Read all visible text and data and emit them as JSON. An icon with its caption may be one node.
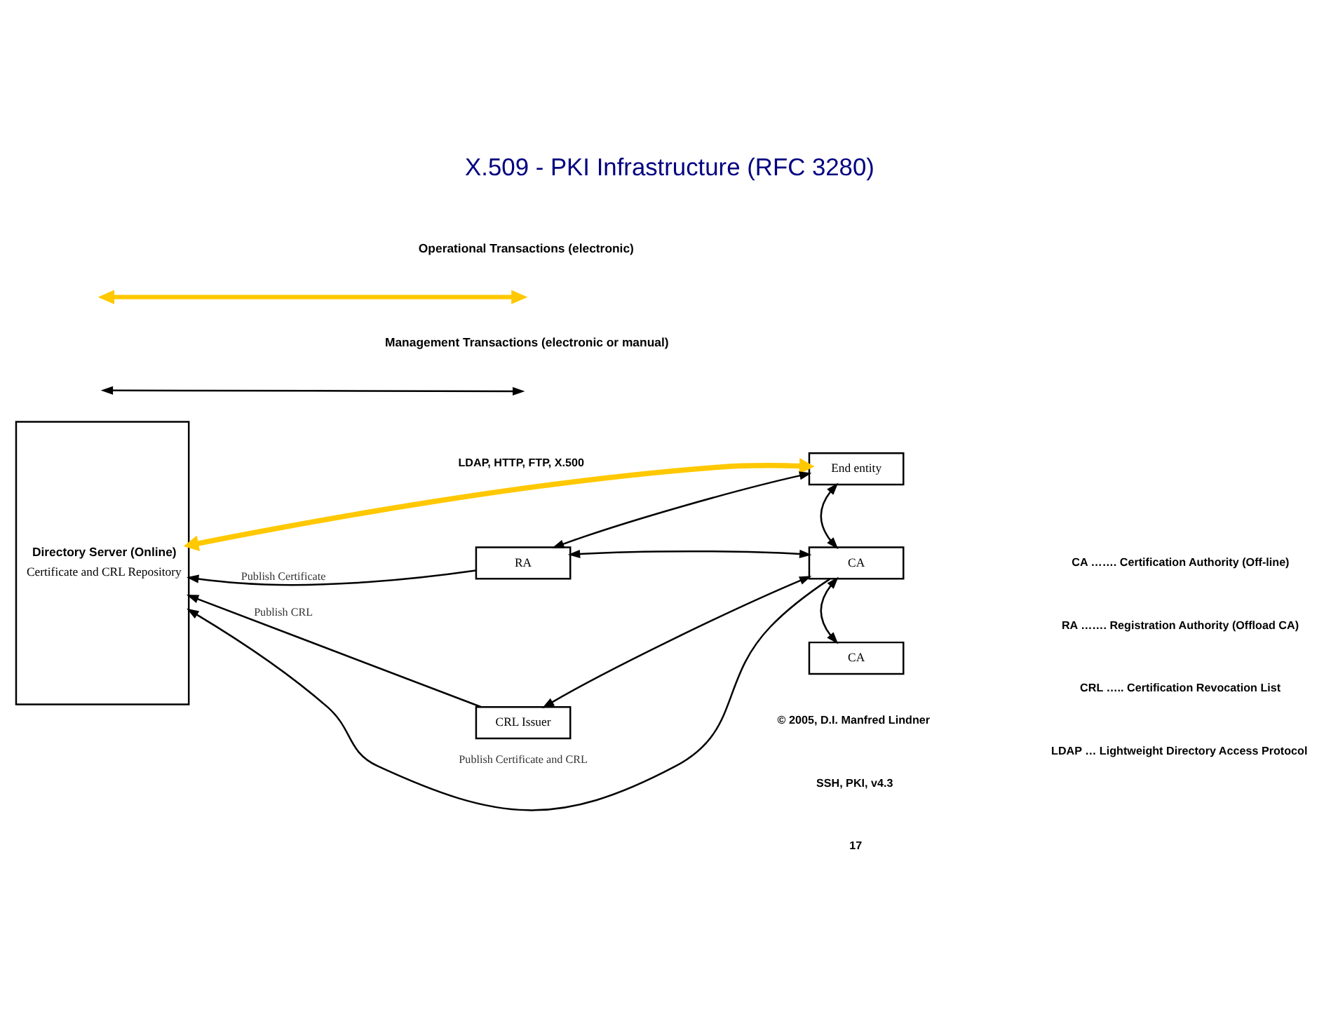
{
  "diagram": {
    "title": "X.509 - PKI Infrastructure (RFC 3280)",
    "nodes": [
      {
        "text": [
          "Directory Server (Online)",
          "Certificate and CRL Repository"
        ]
      },
      {
        "text": [
          "End entity"
        ]
      },
      {
        "text": [
          "RA"
        ]
      },
      {
        "text": [
          "CA"
        ]
      },
      {
        "text": [
          "CRL Issuer"
        ]
      },
      {
        "text": [
          "CA"
        ]
      }
    ],
    "edges": [
      {
        "from": 0,
        "to": 1,
        "arrow": "both",
        "label": "LDAP, HTTP, FTP, X.500",
        "style": "thick",
        "color": "#ffc800"
      },
      {
        "from": 2,
        "to": 0,
        "arrow": "to",
        "label": "Publish Certificate"
      },
      {
        "from": 3,
        "to": 0,
        "arrow": "to",
        "label": "Publish Certificate and CRL"
      },
      {
        "from": 4,
        "to": 0,
        "arrow": "to",
        "label": "Publish CRL"
      },
      {
        "from": 1,
        "to": 2,
        "arrow": "both"
      },
      {
        "from": 1,
        "to": 3,
        "arrow": "both"
      },
      {
        "from": 2,
        "to": 3,
        "arrow": "both"
      },
      {
        "from": 3,
        "to": 4,
        "arrow": "both"
      },
      {
        "from": 3,
        "to": 5,
        "arrow": "both"
      }
    ],
    "labels": [
      "CA ……. Certification Authority (Off-line)",
      "RA ……. Registration Authority (Offload CA)",
      "CRL ….. Certification Revocation List",
      "LDAP … Lightweight Directory Access Protocol",
      "© 2005, D.I. Manfred Lindner",
      "SSH, PKI, v4.3",
      "17"
    ],
    "legend": [
      {
        "text": "Operational Transactions (electronic)"
      },
      {
        "text": "Management Transactions (electronic or manual)"
      }
    ]
  }
}
